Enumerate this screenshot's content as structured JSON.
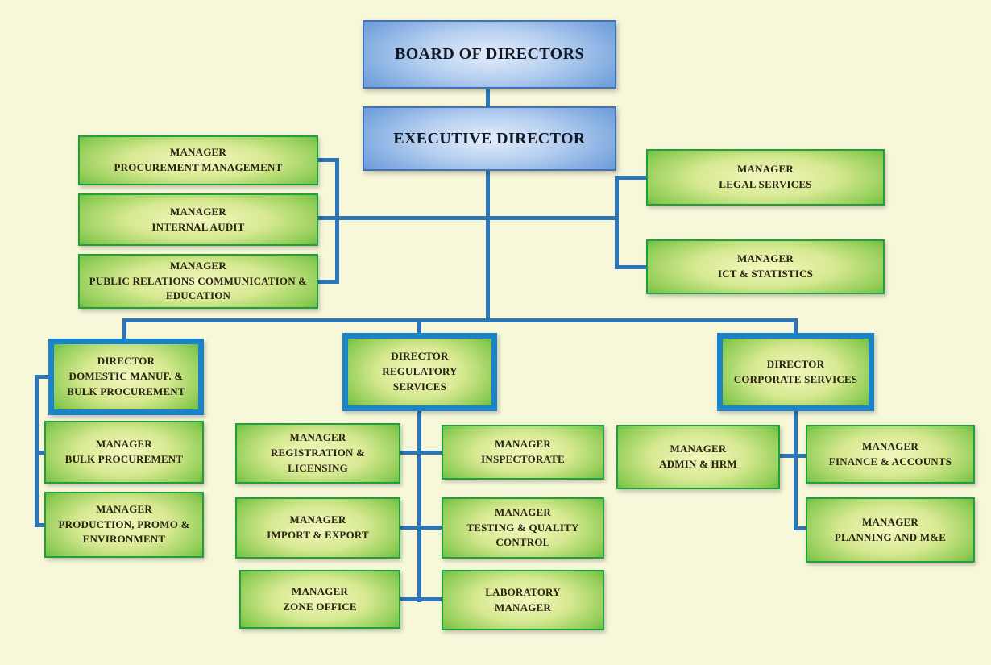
{
  "colors": {
    "background": "#f7f7da",
    "connector": "#2e75b6",
    "blue_border": "#4472b8",
    "green_border": "#21a038",
    "director_border": "#1b84c9"
  },
  "nodes": {
    "board": {
      "lines": [
        "BOARD OF DIRECTORS"
      ]
    },
    "exec": {
      "lines": [
        "EXECUTIVE DIRECTOR"
      ]
    },
    "proc_mgmt": {
      "lines": [
        "MANAGER",
        "PROCUREMENT MANAGEMENT"
      ]
    },
    "internal_audit": {
      "lines": [
        "MANAGER",
        "INTERNAL AUDIT"
      ]
    },
    "public_relations": {
      "lines": [
        "MANAGER",
        "PUBLIC RELATIONS COMMUNICATION & EDUCATION"
      ]
    },
    "legal": {
      "lines": [
        "MANAGER",
        "LEGAL SERVICES"
      ]
    },
    "ict": {
      "lines": [
        "MANAGER",
        "ICT & STATISTICS"
      ]
    },
    "dir_domestic": {
      "lines": [
        "DIRECTOR",
        "DOMESTIC MANUF. & BULK PROCUREMENT"
      ]
    },
    "dir_regulatory": {
      "lines": [
        "DIRECTOR",
        "REGULATORY SERVICES"
      ]
    },
    "dir_corporate": {
      "lines": [
        "DIRECTOR",
        "CORPORATE SERVICES"
      ]
    },
    "bulk": {
      "lines": [
        "MANAGER",
        "BULK PROCUREMENT"
      ]
    },
    "production": {
      "lines": [
        "MANAGER",
        "PRODUCTION, PROMO & ENVIRONMENT"
      ]
    },
    "registration": {
      "lines": [
        "MANAGER",
        "REGISTRATION & LICENSING"
      ]
    },
    "import_export": {
      "lines": [
        "MANAGER",
        "IMPORT & EXPORT"
      ]
    },
    "zone": {
      "lines": [
        "MANAGER",
        "ZONE OFFICE"
      ]
    },
    "inspectorate": {
      "lines": [
        "MANAGER",
        "INSPECTORATE"
      ]
    },
    "testing": {
      "lines": [
        "MANAGER",
        "TESTING & QUALITY CONTROL"
      ]
    },
    "laboratory": {
      "lines": [
        "LABORATORY",
        "MANAGER"
      ]
    },
    "admin_hrm": {
      "lines": [
        "MANAGER",
        "ADMIN & HRM"
      ]
    },
    "finance": {
      "lines": [
        "MANAGER",
        "FINANCE & ACCOUNTS"
      ]
    },
    "planning": {
      "lines": [
        "MANAGER",
        "PLANNING AND M&E"
      ]
    }
  }
}
